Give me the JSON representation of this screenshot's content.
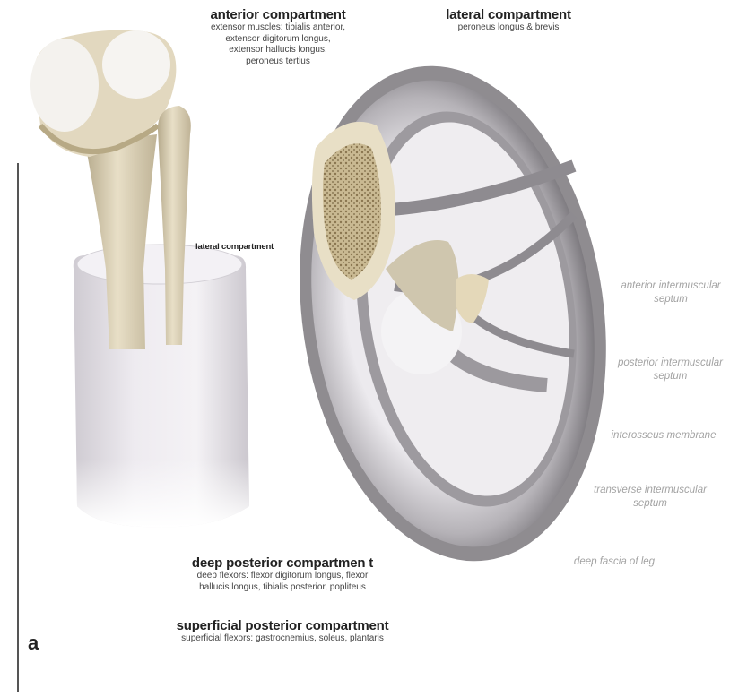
{
  "figure": {
    "panel_letter": "a",
    "labels": {
      "anterior": {
        "title": "anterior compartment",
        "lines": [
          "extensor muscles: tibialis anterior,",
          "extensor digitorum longus,",
          "extensor hallucis longus,",
          "peroneus tertius"
        ]
      },
      "lateral_top": {
        "title": "lateral compartment",
        "lines": [
          "peroneus longus & brevis"
        ]
      },
      "lateral_mid": {
        "title": "lateral compartment"
      },
      "deep_posterior": {
        "title": "deep posterior compartmen t",
        "lines": [
          "deep flexors: flexor digitorum longus, flexor",
          "hallucis longus, tibialis posterior, popliteus"
        ]
      },
      "superficial_posterior": {
        "title": "superficial posterior compartment",
        "lines": [
          "superficial flexors: gastrocnemius, soleus, plantaris"
        ]
      },
      "right_side": [
        [
          "anterior intermuscular",
          "septum"
        ],
        [
          "posterior intermuscular",
          "septum"
        ],
        [
          "interosseus membrane"
        ],
        [
          "transverse intermuscular",
          "septum"
        ],
        [
          "deep fascia of leg"
        ]
      ]
    },
    "colors": {
      "bone": "#e9e1cc",
      "bone_shadow": "#b8ad92",
      "marrow": "#a89770",
      "fascia": "#8f8c90",
      "fascia_light": "#d8d6da",
      "sleeve": "#e6e3e8"
    }
  }
}
